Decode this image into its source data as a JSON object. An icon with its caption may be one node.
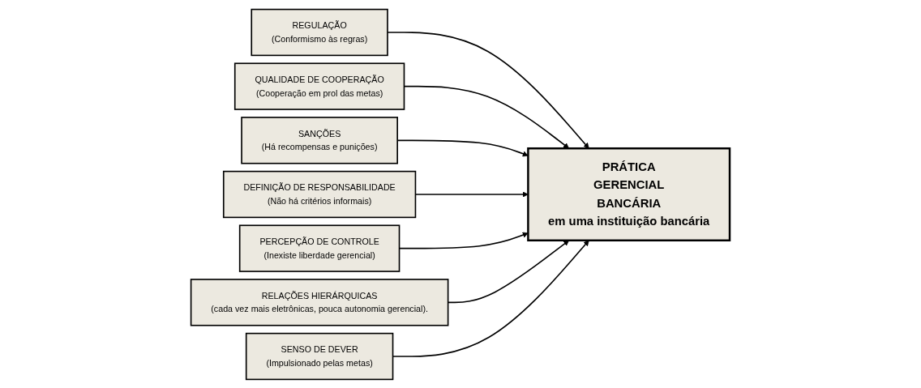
{
  "diagram": {
    "nodes": [
      {
        "text": [
          "REGULAÇÃO",
          "(Conformismo às regras)"
        ]
      },
      {
        "text": [
          "QUALIDADE DE COOPERAÇÃO",
          "(Cooperação em prol das metas)"
        ]
      },
      {
        "text": [
          "SANÇÕES",
          "(Há recompensas e punições)"
        ]
      },
      {
        "text": [
          "DEFINIÇÃO DE RESPONSABILIDADE",
          "(Não há critérios informais)"
        ]
      },
      {
        "text": [
          "PERCEPÇÃO DE CONTROLE",
          "(Inexiste liberdade gerencial)"
        ]
      },
      {
        "text": [
          "RELAÇÕES HIERÁRQUICAS",
          "(cada vez mais eletrônicas, pouca autonomia gerencial)."
        ]
      },
      {
        "text": [
          "SENSO DE DEVER",
          "(Impulsionado pelas metas)"
        ]
      },
      {
        "text": [
          "PRÁTICA",
          "GERENCIAL",
          "BANCÁRIA",
          "em uma instituição bancária"
        ]
      }
    ],
    "edges": [
      {
        "from": 0,
        "to": 7,
        "arrow": "to"
      },
      {
        "from": 1,
        "to": 7,
        "arrow": "to"
      },
      {
        "from": 2,
        "to": 7,
        "arrow": "to"
      },
      {
        "from": 3,
        "to": 7,
        "arrow": "to"
      },
      {
        "from": 4,
        "to": 7,
        "arrow": "to"
      },
      {
        "from": 5,
        "to": 7,
        "arrow": "to"
      },
      {
        "from": 6,
        "to": 7,
        "arrow": "to"
      }
    ]
  }
}
